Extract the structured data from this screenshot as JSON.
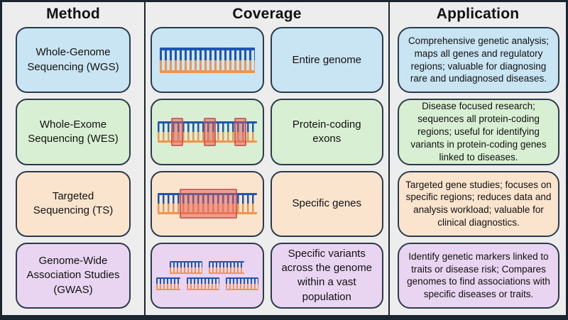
{
  "header": {
    "method": "Method",
    "coverage": "Coverage",
    "application": "Application"
  },
  "theme": {
    "bg": "#ededed",
    "frame_border": "#1b2530",
    "box_border": "#2c3b4c",
    "text": "#111111",
    "row_wgs": "#c9e5f3",
    "row_wes": "#d9efd3",
    "row_ts": "#fbe4ce",
    "row_gwas": "#e9d4f1",
    "dna_blue": "#1d55b0",
    "dna_orange": "#f0954f",
    "highlight_fill": "#e0585880",
    "highlight_border": "#c64f4fbb"
  },
  "rows": [
    {
      "id": "wgs",
      "method": "Whole-Genome Sequencing (WGS)",
      "coverage_icon": "dna-ladder-full",
      "coverage": "Entire genome",
      "application": "Comprehensive genetic analysis; maps all genes and regulatory regions; valuable for diagnosing rare and undiagnosed diseases."
    },
    {
      "id": "wes",
      "method": "Whole-Exome Sequencing (WES)",
      "coverage_icon": "dna-ladder-exons",
      "coverage": "Protein-coding exons",
      "application": "Disease focused research; sequences all protein-coding regions; useful for identifying variants in protein-coding genes linked to diseases."
    },
    {
      "id": "ts",
      "method": "Targeted Sequencing (TS)",
      "coverage_icon": "dna-ladder-region",
      "coverage": "Specific genes",
      "application": "Targeted gene studies; focuses on specific regions; reduces data and analysis workload; valuable for clinical diagnostics."
    },
    {
      "id": "gwas",
      "method": "Genome-Wide Association Studies (GWAS)",
      "coverage_icon": "dna-fragments",
      "coverage": "Specific variants across the genome within a vast population",
      "application": "Identify genetic markers linked to traits or disease risk; Compares genomes to find associations with specific diseases or traits."
    }
  ]
}
